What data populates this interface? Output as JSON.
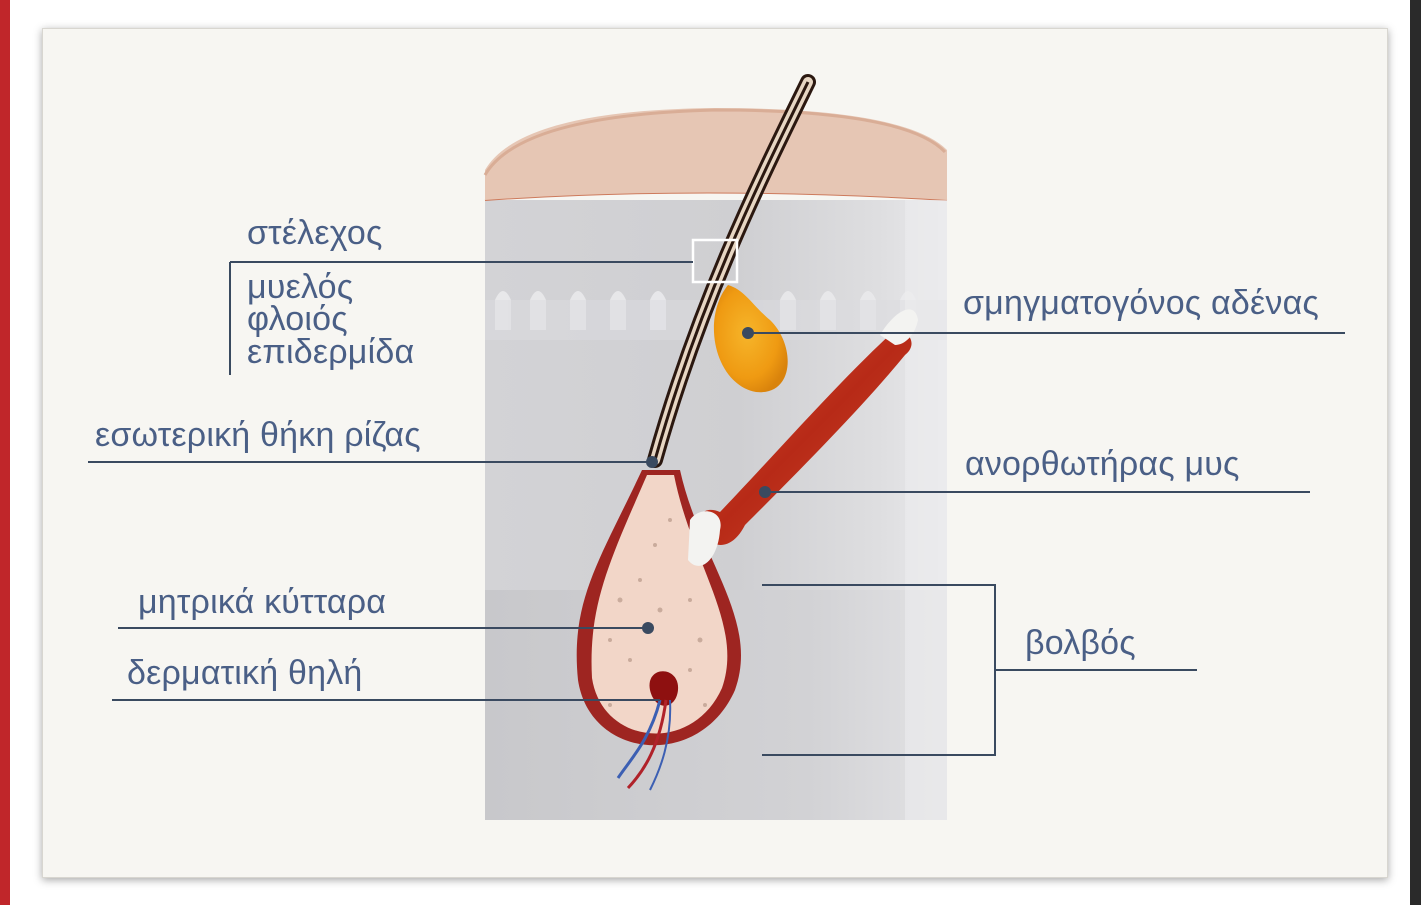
{
  "labels": {
    "shaft": "στέλεχος",
    "medulla": "μυελός",
    "cortex": "φλοιός",
    "cuticle": "επιδερμίδα",
    "inner_root_sheath": "εσωτερική θήκη ρίζας",
    "matrix_cells": "μητρικά κύτταρα",
    "dermal_papilla": "δερματική θηλή",
    "sebaceous_gland": "σμηγματογόνος αδένας",
    "arrector_muscle": "ανορθωτήρας μυς",
    "bulb": "βολβός"
  },
  "colors": {
    "label_text": "#4a5f86",
    "leader_line": "#3a4a60",
    "skin_top": "#e9c9b8",
    "tissue": "#c9c9cc",
    "follicle": "#a52a2a",
    "gland": "#f2a516",
    "muscle": "#c7391f",
    "frame_accent": "#c0262a"
  }
}
